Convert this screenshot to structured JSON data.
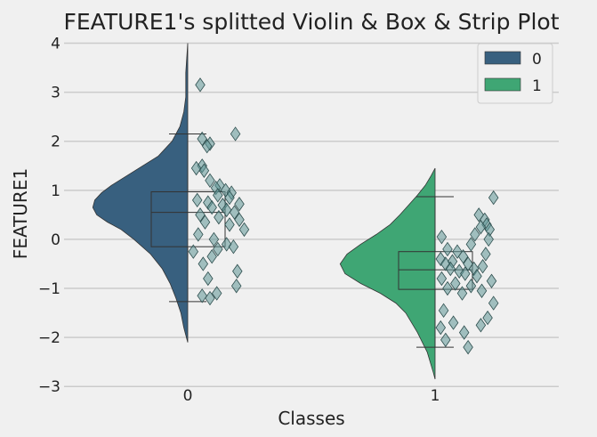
{
  "chart_data": {
    "type": "violin",
    "title": "FEATURE1's splitted Violin & Box & Strip Plot",
    "xlabel": "Classes",
    "ylabel": "FEATURE1",
    "categories": [
      "0",
      "1"
    ],
    "ylim": [
      -3.05,
      4.1
    ],
    "yticks": [
      "4",
      "3",
      "2",
      "1",
      "0",
      "−1",
      "−2",
      "−3"
    ],
    "ytick_values": [
      4,
      3,
      2,
      1,
      0,
      -1,
      -2,
      -3
    ],
    "grid": true,
    "legend": {
      "placement": "top-right",
      "entries": [
        "0",
        "1"
      ]
    },
    "colors": {
      "class_0": "#38607f",
      "class_1": "#3fa674",
      "points": "#5f9596",
      "background": "#f0f0f0",
      "grid": "#cbcbcb"
    },
    "series": [
      {
        "name": "0",
        "violin": {
          "y": [
            4.0,
            3.7,
            3.4,
            3.1,
            2.9,
            2.6,
            2.3,
            2.0,
            1.7,
            1.5,
            1.3,
            1.1,
            0.95,
            0.8,
            0.65,
            0.5,
            0.35,
            0.2,
            0.0,
            -0.3,
            -0.6,
            -0.9,
            -1.2,
            -1.5,
            -1.8,
            -2.1
          ],
          "density": [
            0.0,
            0.01,
            0.02,
            0.02,
            0.02,
            0.04,
            0.08,
            0.16,
            0.3,
            0.46,
            0.62,
            0.78,
            0.88,
            0.95,
            0.97,
            0.93,
            0.82,
            0.68,
            0.55,
            0.38,
            0.26,
            0.18,
            0.12,
            0.07,
            0.04,
            0.0
          ]
        },
        "box": {
          "whisker_high": 2.15,
          "q3": 0.97,
          "median": 0.55,
          "q1": -0.15,
          "whisker_low": -1.27
        },
        "points": [
          3.15,
          2.15,
          2.05,
          1.95,
          1.9,
          1.5,
          1.45,
          1.4,
          1.2,
          1.1,
          1.05,
          1.0,
          0.95,
          0.9,
          0.85,
          0.8,
          0.75,
          0.72,
          0.7,
          0.65,
          0.6,
          0.55,
          0.5,
          0.45,
          0.4,
          0.35,
          0.3,
          0.2,
          0.1,
          0.0,
          -0.1,
          -0.15,
          -0.2,
          -0.25,
          -0.35,
          -0.5,
          -0.65,
          -0.8,
          -0.95,
          -1.1,
          -1.15,
          -1.2
        ],
        "point_offsets": [
          0.1,
          0.46,
          0.12,
          0.2,
          0.17,
          0.12,
          0.06,
          0.14,
          0.2,
          0.3,
          0.26,
          0.36,
          0.42,
          0.28,
          0.4,
          0.07,
          0.18,
          0.5,
          0.33,
          0.22,
          0.37,
          0.45,
          0.1,
          0.29,
          0.5,
          0.15,
          0.4,
          0.55,
          0.08,
          0.24,
          0.37,
          0.44,
          0.28,
          0.03,
          0.22,
          0.13,
          0.48,
          0.18,
          0.47,
          0.27,
          0.12,
          0.2
        ]
      },
      {
        "name": "1",
        "violin": {
          "y": [
            1.45,
            1.3,
            1.1,
            0.9,
            0.7,
            0.5,
            0.3,
            0.1,
            -0.1,
            -0.3,
            -0.5,
            -0.7,
            -0.9,
            -1.1,
            -1.3,
            -1.5,
            -1.7,
            -1.9,
            -2.1,
            -2.3,
            -2.5,
            -2.7,
            -2.85
          ],
          "density": [
            0.0,
            0.04,
            0.1,
            0.18,
            0.27,
            0.36,
            0.46,
            0.6,
            0.76,
            0.9,
            0.97,
            0.92,
            0.76,
            0.56,
            0.4,
            0.3,
            0.24,
            0.18,
            0.13,
            0.08,
            0.05,
            0.02,
            0.0
          ]
        },
        "box": {
          "whisker_high": 0.87,
          "q3": -0.25,
          "median": -0.62,
          "q1": -1.02,
          "whisker_low": -2.2
        },
        "points": [
          0.85,
          0.5,
          0.4,
          0.3,
          0.25,
          0.2,
          0.1,
          0.05,
          0.0,
          -0.1,
          -0.2,
          -0.25,
          -0.3,
          -0.35,
          -0.4,
          -0.45,
          -0.5,
          -0.5,
          -0.55,
          -0.6,
          -0.6,
          -0.65,
          -0.7,
          -0.75,
          -0.8,
          -0.85,
          -0.9,
          -0.95,
          -1.0,
          -1.05,
          -1.1,
          -1.3,
          -1.45,
          -1.6,
          -1.7,
          -1.75,
          -1.8,
          -1.9,
          -2.05,
          -2.2
        ],
        "point_offsets": [
          0.57,
          0.42,
          0.48,
          0.5,
          0.44,
          0.53,
          0.38,
          0.04,
          0.52,
          0.34,
          0.1,
          0.2,
          0.49,
          0.26,
          0.03,
          0.15,
          0.08,
          0.31,
          0.46,
          0.13,
          0.37,
          0.22,
          0.28,
          0.4,
          0.04,
          0.55,
          0.18,
          0.34,
          0.1,
          0.45,
          0.25,
          0.57,
          0.06,
          0.51,
          0.16,
          0.44,
          0.03,
          0.27,
          0.08,
          0.31
        ]
      }
    ]
  }
}
